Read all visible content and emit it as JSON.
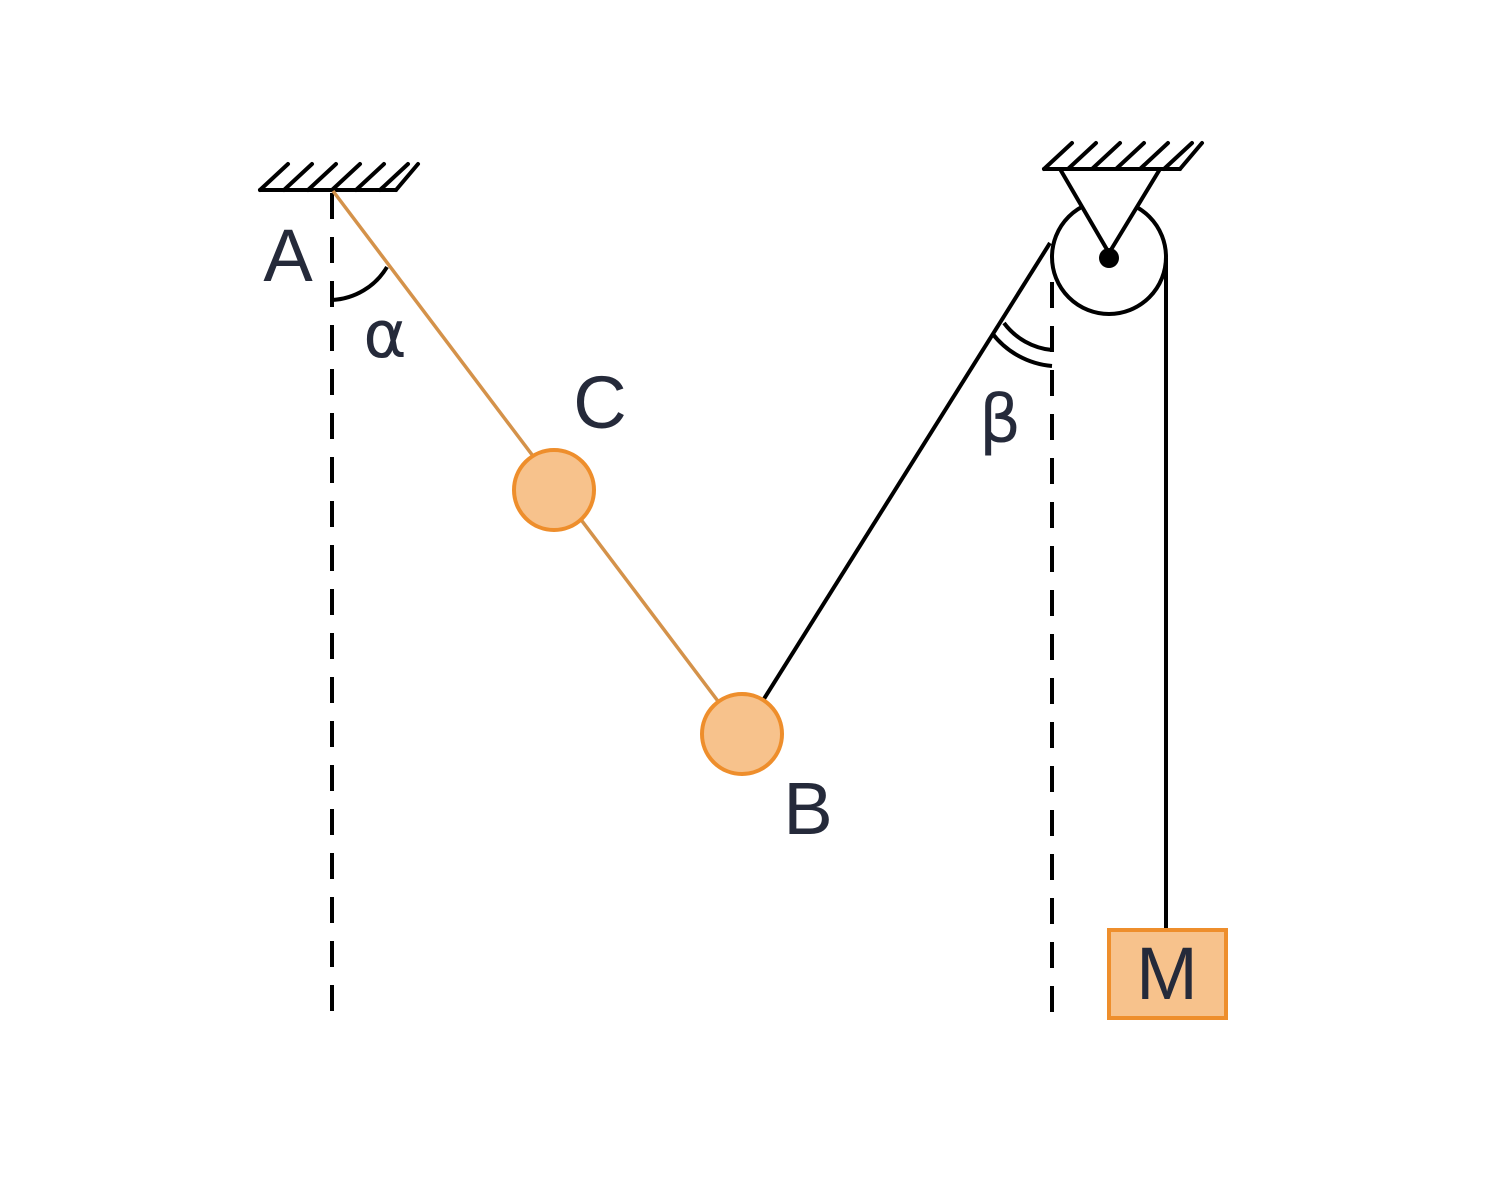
{
  "diagram": {
    "labels": {
      "point_a": "A",
      "point_b": "B",
      "point_c": "C",
      "mass_m": "M",
      "angle_alpha": "α",
      "angle_beta": "β"
    },
    "colors": {
      "rod": "#d4924a",
      "ball_fill": "#f7c28c",
      "ball_stroke": "#ee8e2c",
      "block_fill": "#f7c28c",
      "block_stroke": "#ee8e2c",
      "line": "#000000",
      "text": "#252a3a"
    }
  }
}
